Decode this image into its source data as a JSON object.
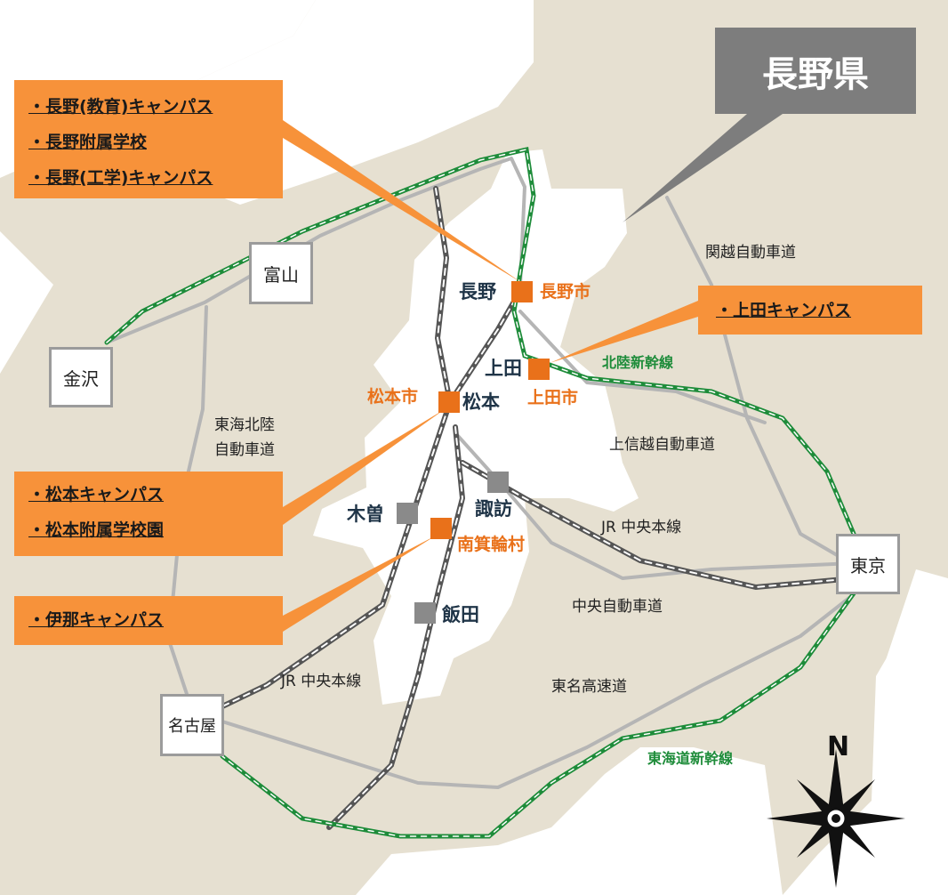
{
  "title": "長野県",
  "callouts": {
    "nagano": [
      "長野(教育)キャンパス",
      "長野附属学校",
      "長野(工学)キャンパス"
    ],
    "ueda": [
      "上田キャンパス"
    ],
    "matsumoto": [
      "松本キャンパス",
      "松本附属学校園"
    ],
    "ina": [
      "伊那キャンパス"
    ]
  },
  "campus_cities": {
    "nagano": "長野市",
    "ueda": "上田市",
    "matsumoto": "松本市",
    "minamiminowa": "南箕輪村"
  },
  "stations": {
    "nagano": "長野",
    "ueda": "上田",
    "matsumoto": "松本",
    "suwa": "諏訪",
    "kiso": "木曽",
    "iida": "飯田"
  },
  "major_cities": {
    "toyama": "富山",
    "kanazawa": "金沢",
    "tokyo": "東京",
    "nagoya": "名古屋"
  },
  "routes": {
    "kanetsu": "関越自動車道",
    "hokuriku_shinkansen": "北陸新幹線",
    "joshinetsu": "上信越自動車道",
    "tokai_hokuriku_1": "東海北陸",
    "tokai_hokuriku_2": "自動車道",
    "jr_chuo_east": "JR 中央本線",
    "chuo_expressway": "中央自動車道",
    "jr_chuo_west": "JR 中央本線",
    "tomei": "東名高速道",
    "tokaido_shinkansen": "東海道新幹線"
  },
  "compass_label": "N",
  "colors": {
    "land": "#e6e0d1",
    "prefecture": "#ffffff",
    "callout": "#f7923a",
    "campus_marker": "#e9711a",
    "station_marker": "#8a8a8a",
    "shinkansen": "#1e8c3a",
    "jr_line": "#555555",
    "expressway": "#b5b5b5",
    "title_box": "#7d7d7d"
  }
}
